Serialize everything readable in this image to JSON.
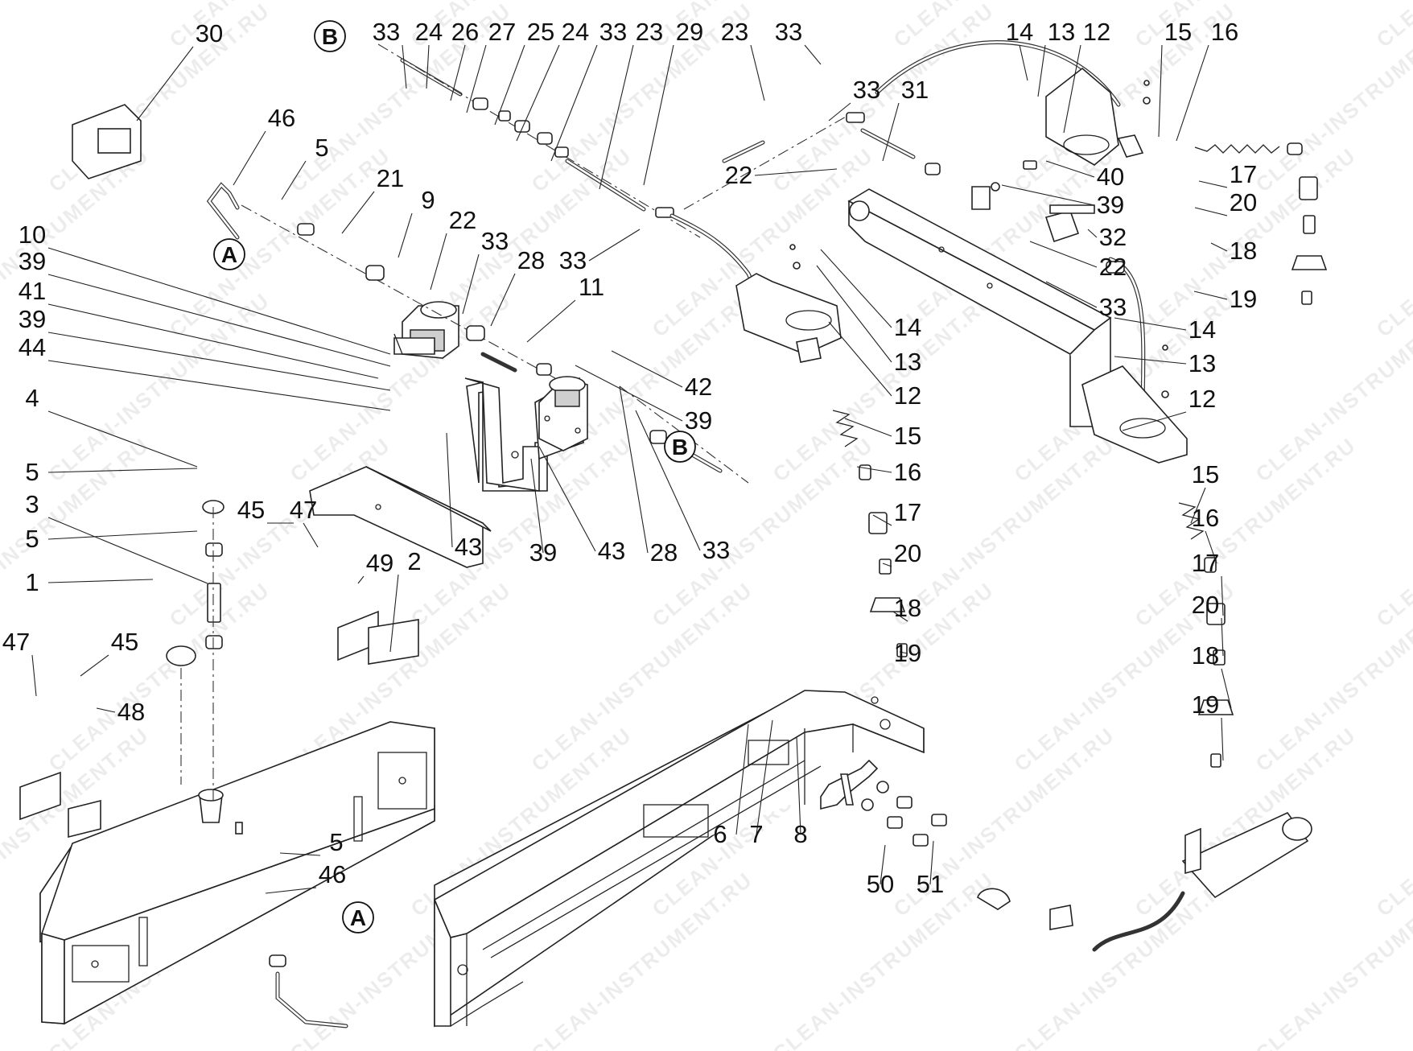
{
  "callouts": [
    {
      "t": "30"
    },
    {
      "t": "46"
    },
    {
      "t": "5"
    },
    {
      "t": "21"
    },
    {
      "t": "9"
    },
    {
      "t": "22"
    },
    {
      "t": "33"
    },
    {
      "t": "28"
    },
    {
      "t": "11"
    },
    {
      "t": "33"
    },
    {
      "t": "24"
    },
    {
      "t": "26"
    },
    {
      "t": "27"
    },
    {
      "t": "25"
    },
    {
      "t": "24"
    },
    {
      "t": "33"
    },
    {
      "t": "23"
    },
    {
      "t": "29"
    },
    {
      "t": "23"
    },
    {
      "t": "33"
    },
    {
      "t": "33"
    },
    {
      "t": "31"
    },
    {
      "t": "22"
    },
    {
      "t": "33"
    },
    {
      "t": "14"
    },
    {
      "t": "13"
    },
    {
      "t": "12"
    },
    {
      "t": "15"
    },
    {
      "t": "16"
    },
    {
      "t": "17"
    },
    {
      "t": "20"
    },
    {
      "t": "18"
    },
    {
      "t": "19"
    },
    {
      "t": "40"
    },
    {
      "t": "39"
    },
    {
      "t": "32"
    },
    {
      "t": "22"
    },
    {
      "t": "33"
    },
    {
      "t": "14"
    },
    {
      "t": "13"
    },
    {
      "t": "12"
    },
    {
      "t": "15"
    },
    {
      "t": "16"
    },
    {
      "t": "17"
    },
    {
      "t": "20"
    },
    {
      "t": "18"
    },
    {
      "t": "19"
    },
    {
      "t": "14"
    },
    {
      "t": "13"
    },
    {
      "t": "12"
    },
    {
      "t": "15"
    },
    {
      "t": "16"
    },
    {
      "t": "17"
    },
    {
      "t": "20"
    },
    {
      "t": "18"
    },
    {
      "t": "19"
    },
    {
      "t": "10"
    },
    {
      "t": "39"
    },
    {
      "t": "41"
    },
    {
      "t": "39"
    },
    {
      "t": "44"
    },
    {
      "t": "4"
    },
    {
      "t": "5"
    },
    {
      "t": "3"
    },
    {
      "t": "5"
    },
    {
      "t": "1"
    },
    {
      "t": "42"
    },
    {
      "t": "39"
    },
    {
      "t": "43"
    },
    {
      "t": "39"
    },
    {
      "t": "43"
    },
    {
      "t": "28"
    },
    {
      "t": "33"
    },
    {
      "t": "45"
    },
    {
      "t": "47"
    },
    {
      "t": "49"
    },
    {
      "t": "2"
    },
    {
      "t": "47"
    },
    {
      "t": "45"
    },
    {
      "t": "48"
    },
    {
      "t": "6"
    },
    {
      "t": "7"
    },
    {
      "t": "8"
    },
    {
      "t": "50"
    },
    {
      "t": "51"
    },
    {
      "t": "5"
    },
    {
      "t": "46"
    }
  ],
  "reference_markers": [
    {
      "t": "B"
    },
    {
      "t": "A"
    },
    {
      "t": "B"
    },
    {
      "t": "A"
    }
  ],
  "watermark": "CLEAN-INSTRUMENT.RU",
  "colors": {
    "line": "#222222",
    "background": "#ffffff",
    "watermark": "#000000"
  }
}
